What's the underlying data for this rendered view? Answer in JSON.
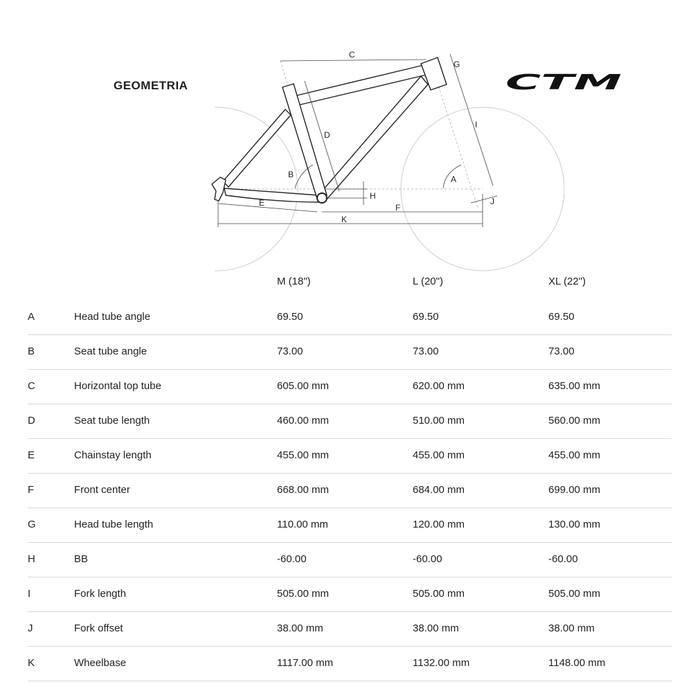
{
  "title": "GEOMETRIA",
  "brand": "CTM",
  "diagram_labels": {
    "A": "A",
    "B": "B",
    "C": "C",
    "D": "D",
    "E": "E",
    "F": "F",
    "G": "G",
    "H": "H",
    "I": "I",
    "J": "J",
    "K": "K"
  },
  "sizes": [
    "M (18\")",
    "L (20\")",
    "XL (22\")"
  ],
  "rows": [
    {
      "key": "A",
      "name": "Head tube angle",
      "values": [
        "69.50",
        "69.50",
        "69.50"
      ]
    },
    {
      "key": "B",
      "name": "Seat tube angle",
      "values": [
        "73.00",
        "73.00",
        "73.00"
      ]
    },
    {
      "key": "C",
      "name": "Horizontal top tube",
      "values": [
        "605.00 mm",
        "620.00 mm",
        "635.00 mm"
      ]
    },
    {
      "key": "D",
      "name": "Seat tube length",
      "values": [
        "460.00 mm",
        "510.00 mm",
        "560.00 mm"
      ]
    },
    {
      "key": "E",
      "name": "Chainstay length",
      "values": [
        "455.00 mm",
        "455.00 mm",
        "455.00 mm"
      ]
    },
    {
      "key": "F",
      "name": "Front center",
      "values": [
        "668.00 mm",
        "684.00 mm",
        "699.00 mm"
      ]
    },
    {
      "key": "G",
      "name": "Head tube length",
      "values": [
        "110.00 mm",
        "120.00 mm",
        "130.00 mm"
      ]
    },
    {
      "key": "H",
      "name": "BB",
      "values": [
        "-60.00",
        "-60.00",
        "-60.00"
      ]
    },
    {
      "key": "I",
      "name": "Fork length",
      "values": [
        "505.00 mm",
        "505.00 mm",
        "505.00 mm"
      ]
    },
    {
      "key": "J",
      "name": "Fork offset",
      "values": [
        "38.00 mm",
        "38.00 mm",
        "38.00 mm"
      ]
    },
    {
      "key": "K",
      "name": "Wheelbase",
      "values": [
        "1117.00 mm",
        "1132.00 mm",
        "1148.00 mm"
      ]
    }
  ]
}
